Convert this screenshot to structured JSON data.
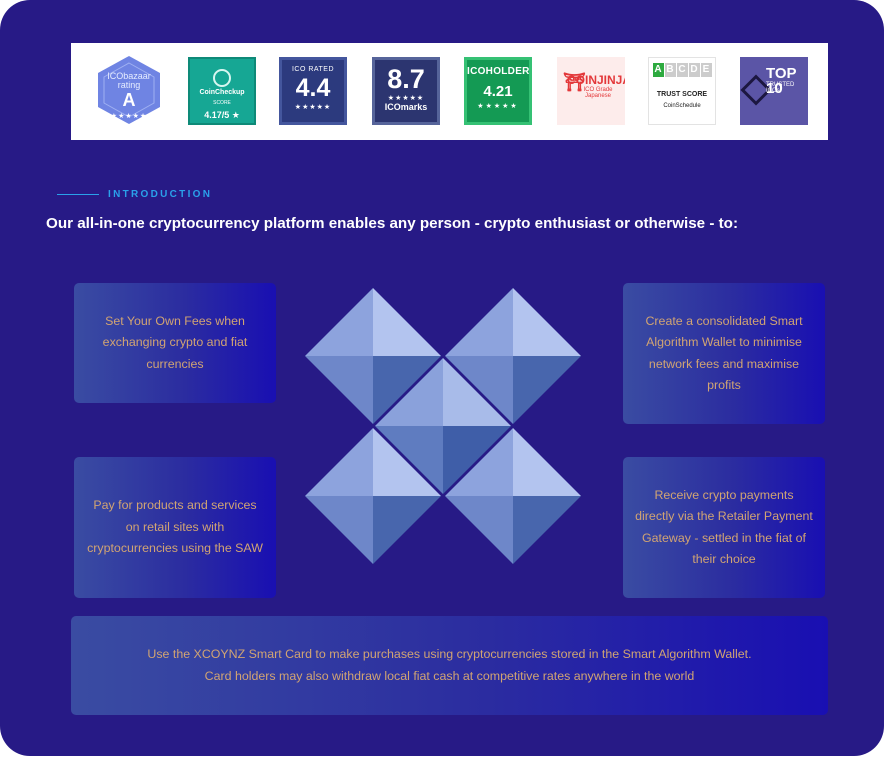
{
  "ratings": [
    {
      "id": "icobazaar",
      "name_lines": [
        "ICObazaar",
        "rating"
      ],
      "score": "A",
      "stars": "★★★★★",
      "color": "#6f84e3"
    },
    {
      "id": "coincheckup",
      "name": "CoinCheckup",
      "sub": "SCORE",
      "score": "4.17/5 ★",
      "color": "#16a794"
    },
    {
      "id": "icorated",
      "name": "ICO RATED",
      "score": "4.4",
      "stars": "★★★★★",
      "color": "#2c3a7e"
    },
    {
      "id": "icomarks",
      "score": "8.7",
      "stars": "★★★★★",
      "name": "ICOmarks",
      "color": "#2c3570"
    },
    {
      "id": "icoholder",
      "name": "ICOHOLDER",
      "score": "4.21",
      "stars": "★★★★★",
      "color": "#149a54"
    },
    {
      "id": "coinjinja",
      "name": "COINJINJA",
      "sub": "ICO Grade Japanese",
      "color": "#e3383a"
    },
    {
      "id": "coinschedule",
      "letters": [
        "A",
        "B",
        "C",
        "D",
        "E"
      ],
      "label": "TRUST SCORE",
      "brand": "CoinSchedule",
      "color": "#2daa3f"
    },
    {
      "id": "top10",
      "name": "TOP 10",
      "sub": "TRUSTED ICOs",
      "color": "#5b55a6"
    }
  ],
  "intro": {
    "label": "INTRODUCTION",
    "headline": "Our all-in-one cryptocurrency platform enables any person - crypto enthusiast or otherwise - to:"
  },
  "features": {
    "fees": "Set Your Own Fees when exchanging crypto and fiat currencies",
    "wallet": "Create a consolidated Smart Algorithm Wallet to minimise network fees and maximise profits",
    "pay": "Pay for products and services on retail sites with cryptocurrencies using the SAW",
    "receive": "Receive crypto payments directly via the Retailer Payment Gateway - settled in the fiat of their choice",
    "card_line1": "Use the XCOYNZ Smart Card to make purchases using cryptocurrencies stored in the Smart Algorithm Wallet.",
    "card_line2": "Card holders may also withdraw local fiat cash at competitive rates anywhere in the world"
  },
  "colors": {
    "background": "#271a86",
    "accent": "#2aa1ea",
    "card_text": "#d1a473"
  }
}
